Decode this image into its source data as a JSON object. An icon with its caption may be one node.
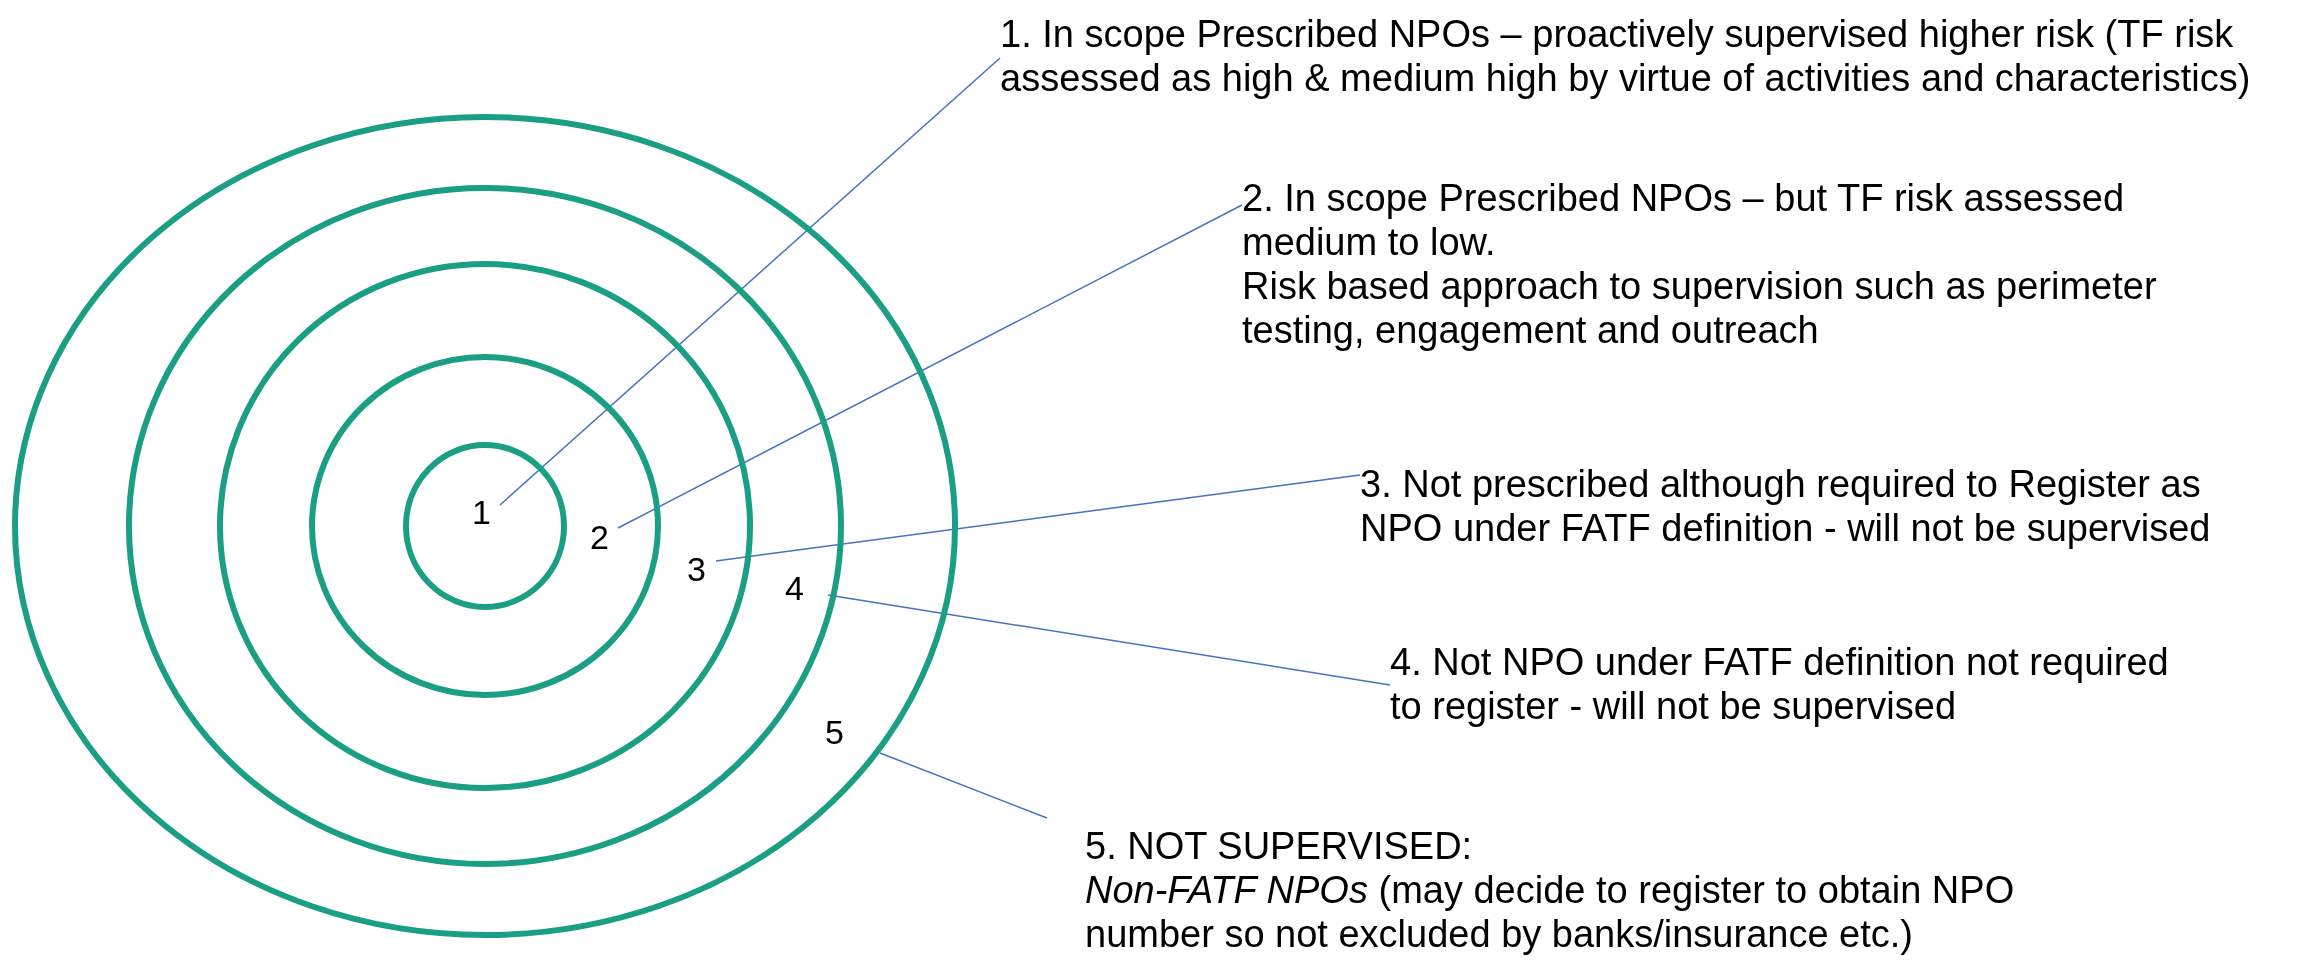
{
  "diagram": {
    "nodes": [
      {
        "text": [
          "5"
        ]
      },
      {
        "text": [
          "4"
        ],
        "in": 0
      },
      {
        "text": [
          "3"
        ],
        "in": 1
      },
      {
        "text": [
          "2"
        ],
        "in": 2
      },
      {
        "text": [
          "1"
        ],
        "in": 3
      },
      {
        "text": [
          "1. In scope Prescribed NPOs – proactively supervised higher risk (TF risk assessed as high & medium high by virtue of activities and characteristics)"
        ]
      },
      {
        "text": [
          "2. In scope Prescribed NPOs – but TF risk assessed medium to low.",
          "Risk based approach to supervision such as perimeter testing, engagement and outreach"
        ]
      },
      {
        "text": [
          "3. Not prescribed although required to Register as NPO under FATF definition  - will not be supervised"
        ]
      },
      {
        "text": [
          "4. Not NPO under FATF definition not required to register - will not be supervised"
        ]
      },
      {
        "text": [
          "5. NOT SUPERVISED:",
          "*Non-FATF NPOs* (may decide to register to obtain NPO number so not excluded by banks/insurance etc.)"
        ]
      }
    ],
    "edges": [
      {
        "from": 5,
        "to": 4,
        "arrow": "none"
      },
      {
        "from": 6,
        "to": 3,
        "arrow": "none"
      },
      {
        "from": 7,
        "to": 2,
        "arrow": "none"
      },
      {
        "from": 8,
        "to": 1,
        "arrow": "none"
      },
      {
        "from": 9,
        "to": 0,
        "arrow": "none"
      }
    ]
  }
}
